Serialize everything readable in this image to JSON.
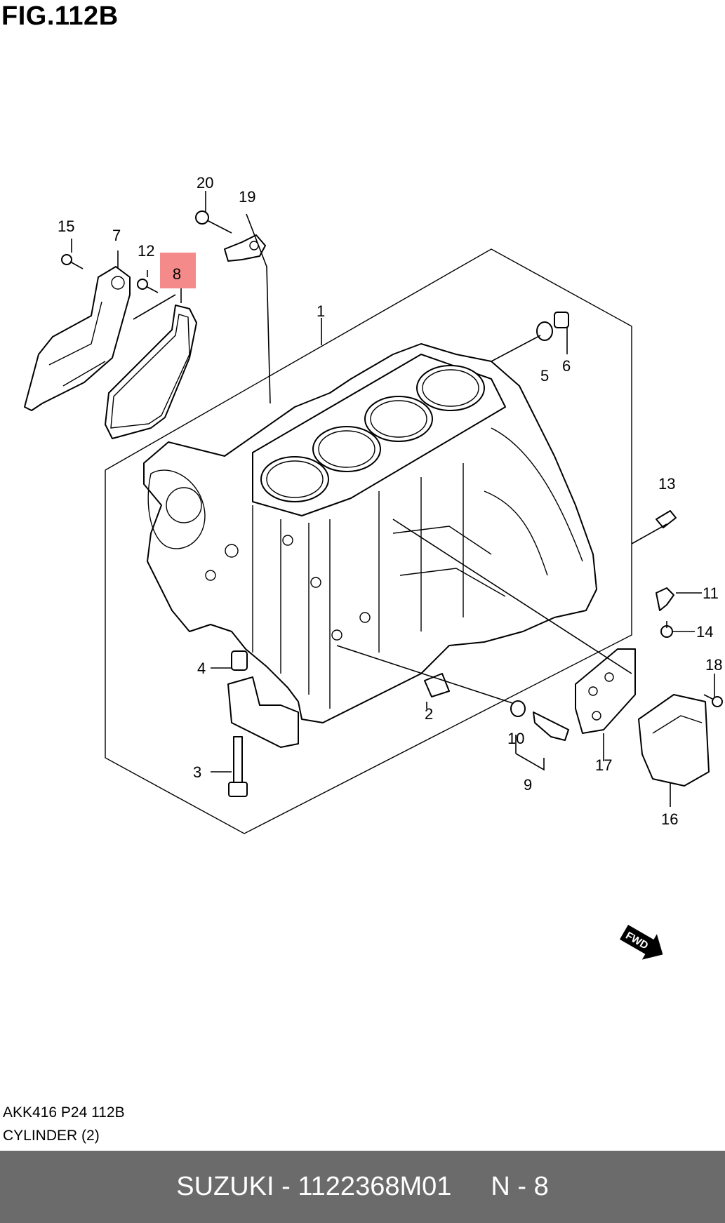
{
  "figure": {
    "title": "FIG.112B"
  },
  "callouts": [
    {
      "label": "1"
    },
    {
      "label": "2"
    },
    {
      "label": "3"
    },
    {
      "label": "4"
    },
    {
      "label": "5"
    },
    {
      "label": "6"
    },
    {
      "label": "7"
    },
    {
      "label": "8",
      "highlighted": true
    },
    {
      "label": "9"
    },
    {
      "label": "10"
    },
    {
      "label": "11"
    },
    {
      "label": "12"
    },
    {
      "label": "13"
    },
    {
      "label": "14"
    },
    {
      "label": "15"
    },
    {
      "label": "16"
    },
    {
      "label": "17"
    },
    {
      "label": "18"
    },
    {
      "label": "19"
    },
    {
      "label": "20"
    }
  ],
  "highlight_color": "#f48a8a",
  "fwd_badge": "FWD",
  "captions": {
    "code": "AKK416 P24 112B",
    "name": "CYLINDER (2)"
  },
  "footer": {
    "part_text": "SUZUKI - 1122368M01",
    "ref_text": "N - 8",
    "background": "#6b6b6b"
  }
}
